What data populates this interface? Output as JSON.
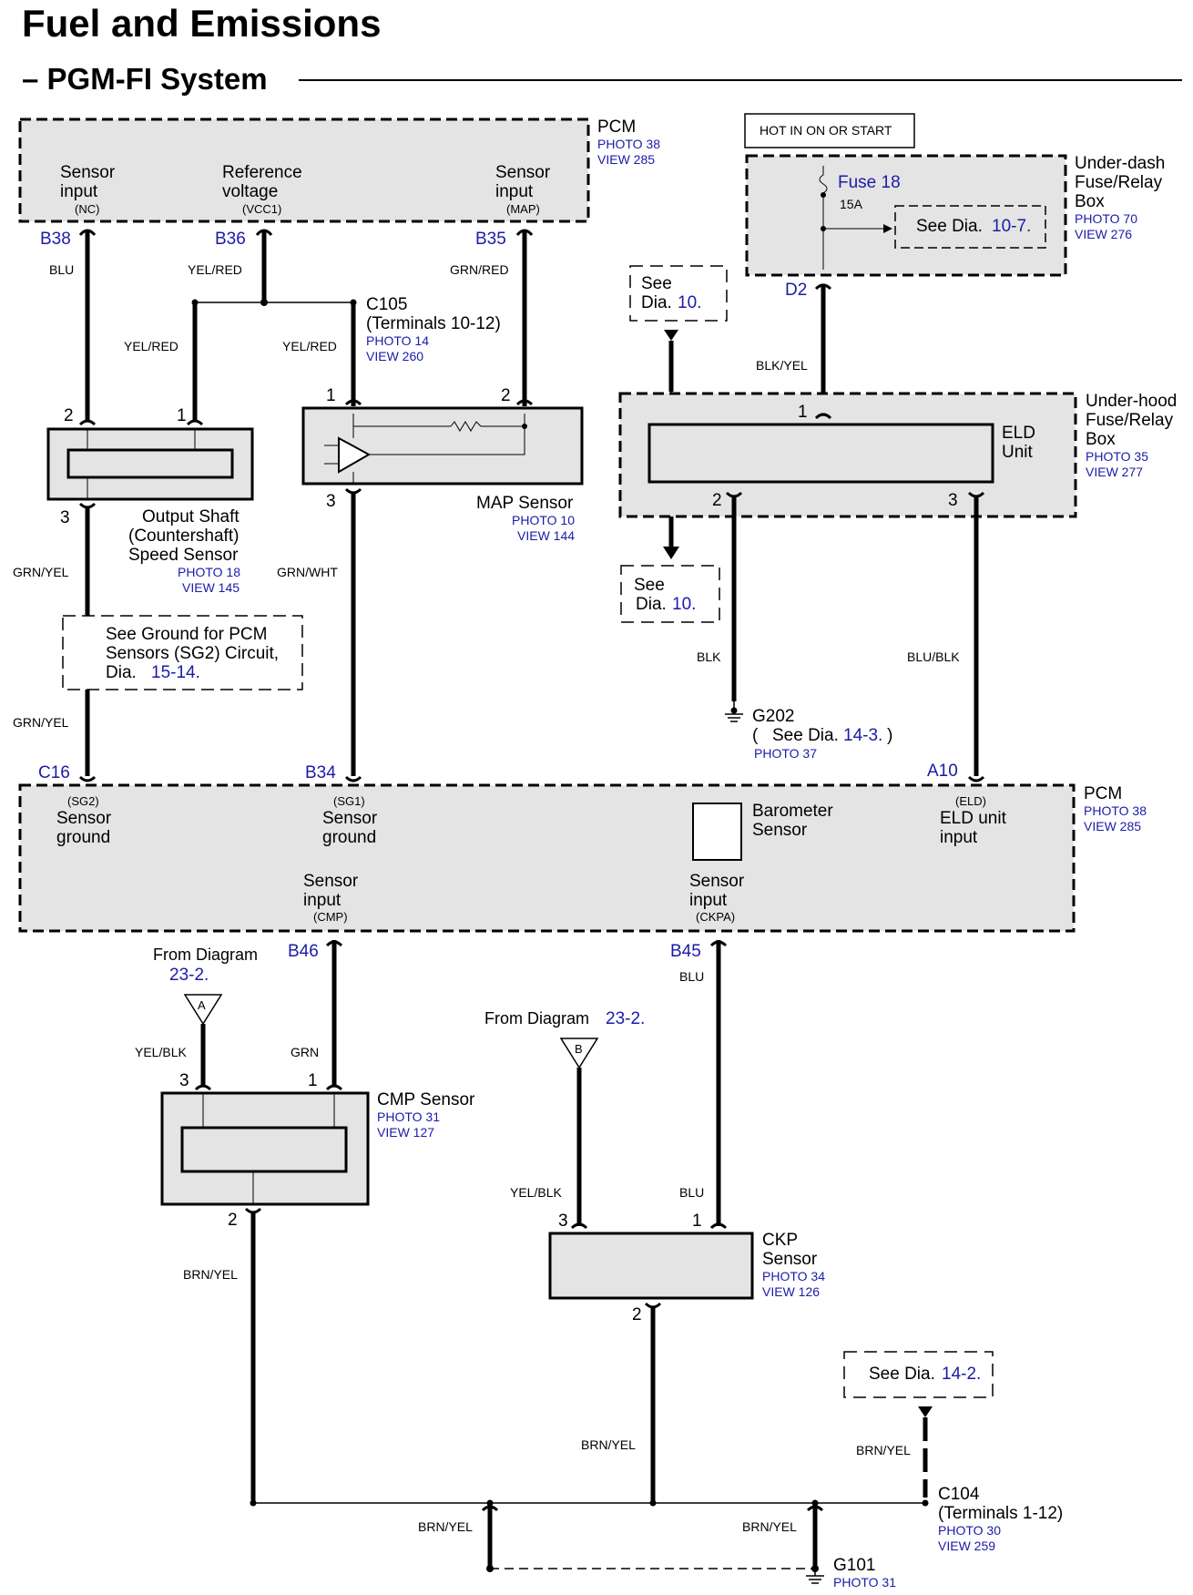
{
  "title": "Fuel and Emissions",
  "subtitle": "– PGM-FI System",
  "colors": {
    "link": "#1b1ba8",
    "box_fill": "#e4e4e4",
    "wire": "#000000"
  },
  "pcm_top": {
    "name": "PCM",
    "photo": "PHOTO 38",
    "view": "VIEW 285",
    "pins": [
      {
        "code": "B38",
        "l1": "Sensor",
        "l2": "input",
        "sub": "(NC)",
        "wire": "BLU"
      },
      {
        "code": "B36",
        "l1": "Reference",
        "l2": "voltage",
        "sub": "(VCC1)",
        "wire": "YEL/RED"
      },
      {
        "code": "B35",
        "l1": "Sensor",
        "l2": "input",
        "sub": "(MAP)",
        "wire": "GRN/RED"
      }
    ]
  },
  "c105": {
    "name": "C105",
    "terminals": "(Terminals 10-12)",
    "photo": "PHOTO 14",
    "view": "VIEW 260",
    "left_wire": "YEL/RED",
    "right_wire": "YEL/RED"
  },
  "hot_label": "HOT IN ON OR START",
  "fusebox_dash": {
    "l1": "Under-dash",
    "l2": "Fuse/Relay",
    "l3": "Box",
    "photo": "PHOTO 70",
    "view": "VIEW 276",
    "fuse": "Fuse 18",
    "rating": "15A",
    "see_text": "See Dia.",
    "see_link": "10-7.",
    "pin": "D2",
    "wire": "BLK/YEL"
  },
  "fusebox_hood": {
    "l1": "Under-hood",
    "l2": "Fuse/Relay",
    "l3": "Box",
    "photo": "PHOTO 35",
    "view": "VIEW 277",
    "eld_l1": "ELD",
    "eld_l2": "Unit",
    "pin1": "1",
    "pin2": "2",
    "pin3": "3"
  },
  "see10_a": {
    "l1": "See",
    "l2": "Dia.",
    "link": "10."
  },
  "see10_b": {
    "l1": "See",
    "l2": "Dia.",
    "link": "10."
  },
  "shaft_sensor": {
    "l1": "Output Shaft",
    "l2": "(Countershaft)",
    "l3": "Speed Sensor",
    "photo": "PHOTO 18",
    "view": "VIEW 145",
    "pin1": "1",
    "pin2": "2",
    "pin3": "3",
    "wire_out": "GRN/YEL",
    "wire_out2": "GRN/YEL"
  },
  "ground_note": {
    "l1": "See Ground for PCM",
    "l2": "Sensors (SG2) Circuit,",
    "l3": "Dia.",
    "link": "15-14."
  },
  "map_sensor": {
    "name": "MAP Sensor",
    "photo": "PHOTO 10",
    "view": "VIEW 144",
    "pin1": "1",
    "pin2": "2",
    "pin3": "3",
    "wire_out": "GRN/WHT"
  },
  "eld_wires": {
    "w2": "BLK",
    "w3": "BLU/BLK"
  },
  "g202": {
    "name": "G202",
    "open": "(",
    "see": "See Dia.",
    "link": "14-3.",
    "close": ")",
    "photo": "PHOTO 37"
  },
  "pcm_mid": {
    "name": "PCM",
    "photo": "PHOTO 38",
    "view": "VIEW 285",
    "c16": "C16",
    "b34": "B34",
    "a10": "A10",
    "sg2_sub": "(SG2)",
    "sg2_l1": "Sensor",
    "sg2_l2": "ground",
    "sg1_sub": "(SG1)",
    "sg1_l1": "Sensor",
    "sg1_l2": "ground",
    "baro_l1": "Barometer",
    "baro_l2": "Sensor",
    "eld_sub": "(ELD)",
    "eld_l1": "ELD unit",
    "eld_l2": "input",
    "cmp_l1": "Sensor",
    "cmp_l2": "input",
    "cmp_sub": "(CMP)",
    "ckpa_l1": "Sensor",
    "ckpa_l2": "input",
    "ckpa_sub": "(CKPA)",
    "b46": "B46",
    "b45": "B45"
  },
  "from_a": {
    "text": "From Diagram",
    "link": "23-2.",
    "letter": "A",
    "wire": "YEL/BLK"
  },
  "from_b": {
    "text": "From Diagram",
    "link": "23-2.",
    "letter": "B",
    "wire": "YEL/BLK"
  },
  "cmp_sensor": {
    "name": "CMP Sensor",
    "photo": "PHOTO 31",
    "view": "VIEW 127",
    "pin1": "1",
    "pin2": "2",
    "pin3": "3",
    "wire_in": "GRN",
    "wire_out": "BRN/YEL"
  },
  "ckp_sensor": {
    "l1": "CKP",
    "l2": "Sensor",
    "photo": "PHOTO 34",
    "view": "VIEW 126",
    "pin1": "1",
    "pin2": "2",
    "pin3": "3",
    "wire_top": "BLU",
    "wire_in": "BLU",
    "wire_out": "BRN/YEL"
  },
  "see142": {
    "text": "See Dia.",
    "link": "14-2.",
    "wire": "BRN/YEL"
  },
  "c104": {
    "name": "C104",
    "terminals": "(Terminals 1-12)",
    "photo": "PHOTO 30",
    "view": "VIEW 259",
    "wire_l": "BRN/YEL",
    "wire_r": "BRN/YEL"
  },
  "g101": {
    "name": "G101",
    "photo": "PHOTO 31"
  }
}
